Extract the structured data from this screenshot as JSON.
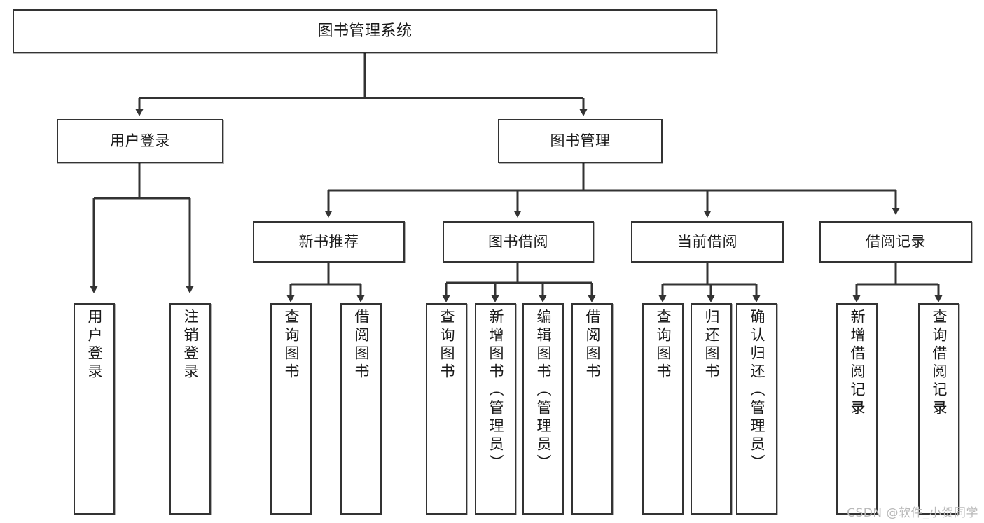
{
  "diagram": {
    "title": "图书管理系统",
    "type": "tree",
    "watermark": "CSDN @软件_小贺同学",
    "colors": {
      "box_border": "#333333",
      "box_fill": "#ffffff",
      "connector": "#333333",
      "text": "#1a1a1a",
      "watermark": "#b9b9b9",
      "background": "#ffffff"
    },
    "nodes": {
      "root": {
        "label": "图书管理系统",
        "level": 1
      },
      "level2": [
        {
          "id": "user-login",
          "label": "用户登录"
        },
        {
          "id": "book-manage",
          "label": "图书管理"
        }
      ],
      "level3": [
        {
          "id": "new-book-rec",
          "label": "新书推荐"
        },
        {
          "id": "book-borrow",
          "label": "图书借阅"
        },
        {
          "id": "current-borrow",
          "label": "当前借阅"
        },
        {
          "id": "borrow-record",
          "label": "借阅记录"
        }
      ],
      "leaves": {
        "user-login": [
          {
            "id": "leaf-user-login",
            "label": "用户登录"
          },
          {
            "id": "leaf-user-logout",
            "label": "注销登录"
          }
        ],
        "new-book-rec": [
          {
            "id": "leaf-query-book-1",
            "label": "查询图书"
          },
          {
            "id": "leaf-borrow-book-1",
            "label": "借阅图书"
          }
        ],
        "book-borrow": [
          {
            "id": "leaf-query-book-2",
            "label": "查询图书"
          },
          {
            "id": "leaf-add-book",
            "label": "新增图书（管理员）"
          },
          {
            "id": "leaf-edit-book",
            "label": "编辑图书（管理员）"
          },
          {
            "id": "leaf-borrow-book-2",
            "label": "借阅图书"
          }
        ],
        "current-borrow": [
          {
            "id": "leaf-query-book-3",
            "label": "查询图书"
          },
          {
            "id": "leaf-return-book",
            "label": "归还图书"
          },
          {
            "id": "leaf-confirm-return",
            "label": "确认归还（管理员）"
          }
        ],
        "borrow-record": [
          {
            "id": "leaf-add-record",
            "label": "新增借阅记录"
          },
          {
            "id": "leaf-query-record",
            "label": "查询借阅记录"
          }
        ]
      }
    }
  }
}
